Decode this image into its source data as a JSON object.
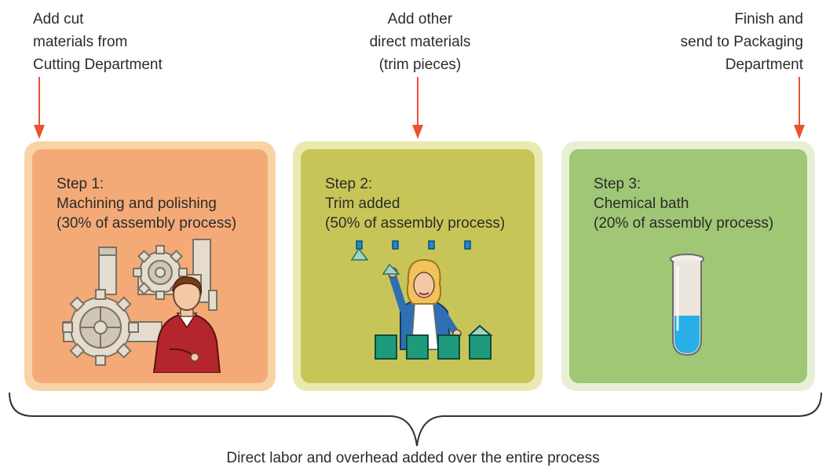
{
  "inputs": [
    {
      "lines": [
        "Add cut",
        "materials from",
        "Cutting Department"
      ]
    },
    {
      "lines": [
        "Add other",
        "direct materials",
        "(trim pieces)"
      ]
    },
    {
      "lines": [
        "Finish and",
        "send to Packaging",
        "Department"
      ]
    }
  ],
  "steps": [
    {
      "title": "Step 1:",
      "name": "Machining and polishing",
      "share": "(30% of assembly process)",
      "color": "#f4aa77",
      "border_color": "#f8d3a5",
      "illustration": "gears-and-worker"
    },
    {
      "title": "Step 2:",
      "name": "Trim added",
      "share": "(50% of assembly process)",
      "color": "#c8c558",
      "border_color": "#eaeab0",
      "illustration": "worker-adding-trim"
    },
    {
      "title": "Step 3:",
      "name": "Chemical bath",
      "share": "(20% of assembly process)",
      "color": "#9fc776",
      "border_color": "#e7f0d4",
      "illustration": "test-tube"
    }
  ],
  "arrow_color": "#ea5230",
  "footer": "Direct labor and overhead added over the entire process"
}
